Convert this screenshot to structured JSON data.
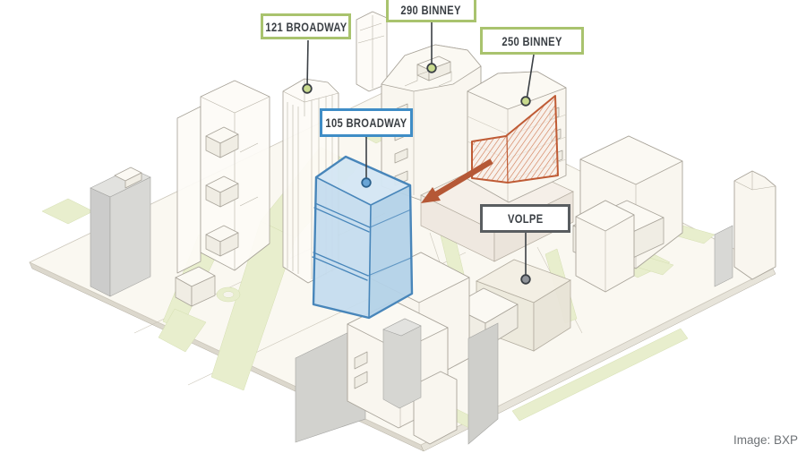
{
  "labels": {
    "broadway121": {
      "text": "121 BROADWAY",
      "style": "green-box"
    },
    "binney290": {
      "text": "290 BINNEY",
      "style": "green-box"
    },
    "binney250": {
      "text": "250 BINNEY",
      "style": "green-box"
    },
    "broadway105": {
      "text": "105 BROADWAY",
      "style": "blue-box"
    },
    "volpe": {
      "text": "VOLPE",
      "style": "dark-box"
    }
  },
  "image_credit": {
    "text": "Image: BXP"
  },
  "icons": {
    "marker_dot_green": "site-marker-dot",
    "marker_dot_blue": "site-marker-dot",
    "marker_dot_gray": "site-marker-dot",
    "transfer_arrow": "arrow-pointing-to-105-broadway-site",
    "facade_hatch": "highlighted-facade-area-on-250-binney"
  },
  "colors": {
    "label_green_border": "#a9c36e",
    "label_blue_border": "#3f8dc6",
    "label_dark_border": "#595d60",
    "label_text": "#3a3f44",
    "highlight_building_fill": "#c5dcee",
    "highlight_building_stroke": "#4886ba",
    "hatch_outline_orange": "#bf5b35",
    "arrow_orange": "#b55836",
    "green_space": "#e8eecd",
    "ground_plate": "#faf8f1",
    "gray_building": "#d2d2ce",
    "credit_text": "#6e7276"
  }
}
